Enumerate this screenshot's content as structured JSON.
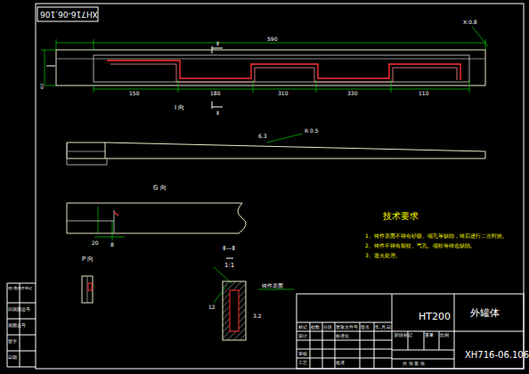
{
  "diagram": {
    "labels": [
      "XH716-06.106",
      "590",
      "60",
      "150",
      "180",
      "310",
      "330",
      "110",
      "X:0.8",
      "I 向",
      "Ⅱ",
      "Ⅱ",
      "R 0.5",
      "6.3",
      "G 向",
      "20",
      "8",
      "P 向",
      "Ⅱ—Ⅱ",
      "1:1",
      "铸件表面",
      "12",
      "3.2",
      "技术要求",
      "1、铸件表面不得有砂眼、缩孔等缺陷，铸后进行二次时效。",
      "2、铸件不得有裂纹、气孔、缩松等铸造缺陷。",
      "3、退火处理。",
      "HT200",
      "外罐体",
      "XH716-06.106",
      "标记",
      "处数",
      "分区",
      "更改文件号",
      "签名",
      "年.月.日",
      "设计",
      "标准化",
      "审核",
      "工艺",
      "批准",
      "阶段标记",
      "重量",
      "比例",
      "共 张 第 张",
      "借(通)用件登记",
      "旧底图总号",
      "底图总号",
      "签字",
      "日期"
    ]
  }
}
